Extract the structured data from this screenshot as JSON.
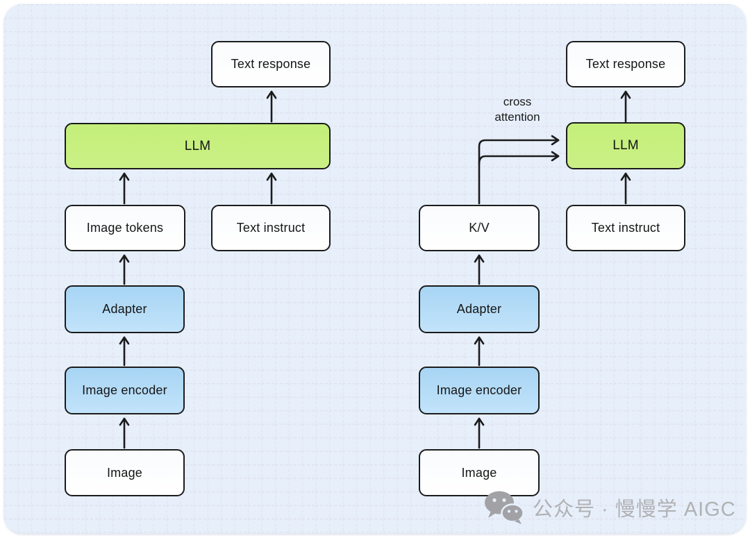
{
  "diagram": {
    "description_note": "cross\nattention",
    "nodes": {
      "left_text_response": {
        "label": "Text response"
      },
      "left_llm": {
        "label": "LLM"
      },
      "left_image_tokens": {
        "label": "Image tokens"
      },
      "left_text_instruct": {
        "label": "Text instruct"
      },
      "left_adapter": {
        "label": "Adapter"
      },
      "left_image_encoder": {
        "label": "Image encoder"
      },
      "left_image": {
        "label": "Image"
      },
      "right_text_response": {
        "label": "Text response"
      },
      "right_llm": {
        "label": "LLM"
      },
      "right_kv": {
        "label": "K/V"
      },
      "right_text_instruct": {
        "label": "Text instruct"
      },
      "right_adapter": {
        "label": "Adapter"
      },
      "right_image_encoder": {
        "label": "Image encoder"
      },
      "right_image": {
        "label": "Image"
      }
    },
    "colors": {
      "canvas_bg": "#e6effa",
      "node_green": "#c4ef7a",
      "node_blue": "#a7d5f4",
      "node_white": "#ffffff",
      "line": "#1b1b1b",
      "watermark_gray": "#b1b1b4"
    }
  },
  "watermark": {
    "icon": "wechat-icon",
    "text": "公众号 · 慢慢学 AIGC"
  }
}
